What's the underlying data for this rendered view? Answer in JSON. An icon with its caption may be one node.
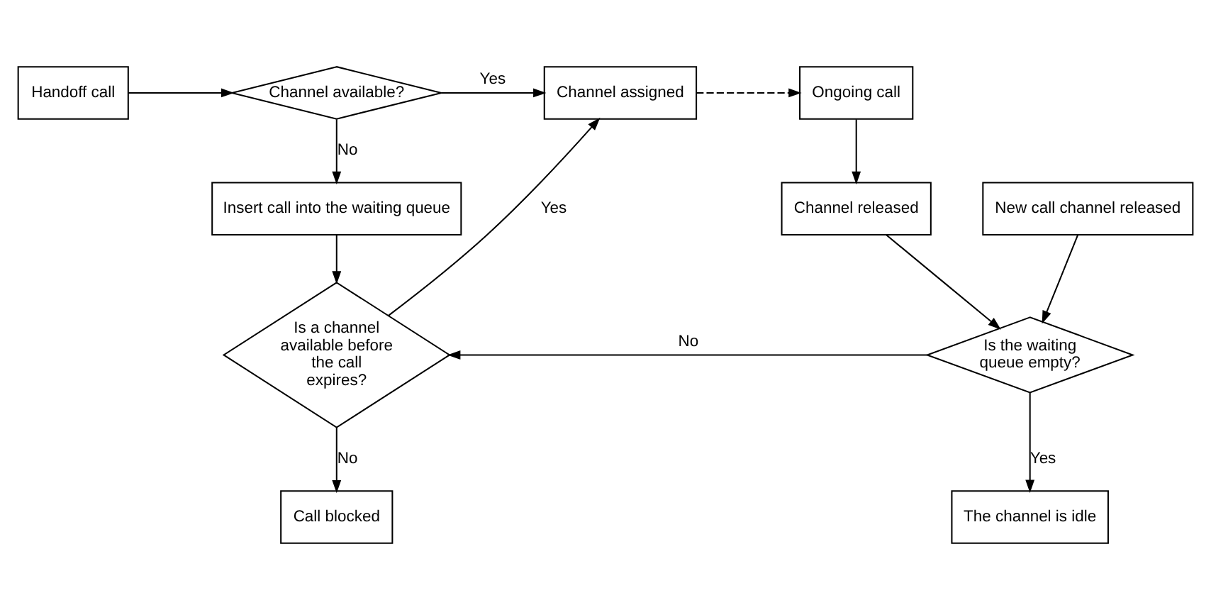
{
  "diagram": {
    "nodes": [
      {
        "text": [
          "Handoff call"
        ]
      },
      {
        "text": [
          "Channel available?"
        ]
      },
      {
        "text": [
          "Channel assigned"
        ]
      },
      {
        "text": [
          "Ongoing call"
        ]
      },
      {
        "text": [
          "Insert call into the waiting queue"
        ]
      },
      {
        "text": [
          "Channel released"
        ]
      },
      {
        "text": [
          "New call channel released"
        ]
      },
      {
        "text": [
          "Is a channel available before the call expires?"
        ]
      },
      {
        "text": [
          "Is the waiting queue empty?"
        ]
      },
      {
        "text": [
          "Call blocked"
        ]
      },
      {
        "text": [
          "The channel is idle"
        ]
      }
    ],
    "edges": [
      {
        "from": 0,
        "to": 1,
        "arrow": "to"
      },
      {
        "from": 1,
        "to": 2,
        "arrow": "to",
        "label": "Yes"
      },
      {
        "from": 2,
        "to": 3,
        "arrow": "to",
        "style": "dashed"
      },
      {
        "from": 1,
        "to": 4,
        "arrow": "to",
        "label": "No"
      },
      {
        "from": 3,
        "to": 5,
        "arrow": "to"
      },
      {
        "from": 4,
        "to": 7,
        "arrow": "to"
      },
      {
        "from": 6,
        "to": 8,
        "arrow": "to"
      },
      {
        "from": 5,
        "to": 8,
        "arrow": "to"
      },
      {
        "from": 7,
        "to": 2,
        "arrow": "to",
        "label": "Yes"
      },
      {
        "from": 8,
        "to": 7,
        "arrow": "to",
        "label": "No"
      },
      {
        "from": 7,
        "to": 9,
        "arrow": "to",
        "label": "No"
      },
      {
        "from": 8,
        "to": 10,
        "arrow": "to",
        "label": "Yes"
      }
    ]
  }
}
